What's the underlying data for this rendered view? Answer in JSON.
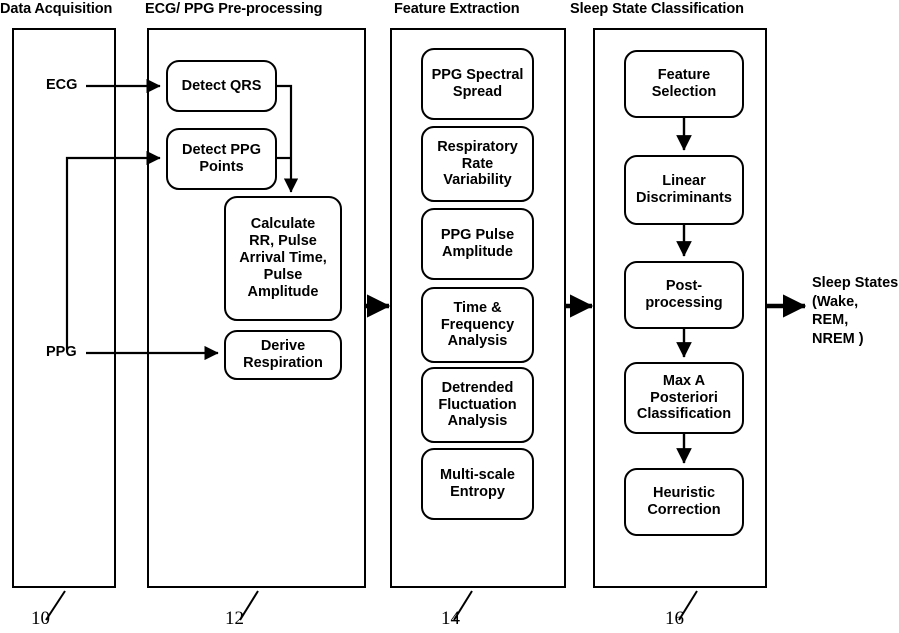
{
  "figure": {
    "title": "Sleep state classification pipeline block diagram",
    "stages": [
      {
        "header": "Data Acquisition",
        "ref": "10",
        "nodes": [],
        "inputs": [
          "ECG",
          "PPG"
        ]
      },
      {
        "header": "ECG/ PPG Pre-processing",
        "ref": "12",
        "nodes": [
          "Detect QRS",
          "Detect PPG Points",
          "Calculate RR, Pulse Arrival Time, Pulse Amplitude",
          "Derive Respiration"
        ]
      },
      {
        "header": "Feature Extraction",
        "ref": "14",
        "nodes": [
          "PPG Spectral Spread",
          "Respiratory Rate Variability",
          "PPG Pulse Amplitude",
          "Time & Frequency Analysis",
          "Detrended Fluctuation Analysis",
          "Multi-scale Entropy"
        ]
      },
      {
        "header": "Sleep State Classification",
        "ref": "16",
        "nodes": [
          "Feature Selection",
          "Linear Discriminants",
          "Post-processing",
          "Max A Posteriori Classification",
          "Heuristic Correction"
        ]
      }
    ]
  },
  "headers": {
    "data_acquisition": "Data Acquisition",
    "preprocessing": "ECG/ PPG Pre-processing",
    "feature_extraction": "Feature Extraction",
    "classification": "Sleep State Classification"
  },
  "inputs": {
    "ecg": "ECG",
    "ppg": "PPG"
  },
  "preprocessing_nodes": {
    "detect_qrs": "Detect QRS",
    "detect_ppg_points_l1": "Detect PPG",
    "detect_ppg_points_l2": "Points",
    "calculate_l1": "Calculate",
    "calculate_l2": "RR, Pulse",
    "calculate_l3": "Arrival Time,",
    "calculate_l4": "Pulse",
    "calculate_l5": "Amplitude",
    "derive_respiration_l1": "Derive",
    "derive_respiration_l2": "Respiration"
  },
  "feature_nodes": {
    "ppg_spectral_l1": "PPG Spectral",
    "ppg_spectral_l2": "Spread",
    "resp_rate_var_l1": "Respiratory",
    "resp_rate_var_l2": "Rate",
    "resp_rate_var_l3": "Variability",
    "ppg_pulse_amp_l1": "PPG Pulse",
    "ppg_pulse_amp_l2": "Amplitude",
    "time_freq_l1": "Time &",
    "time_freq_l2": "Frequency",
    "time_freq_l3": "Analysis",
    "dfa_l1": "Detrended",
    "dfa_l2": "Fluctuation",
    "dfa_l3": "Analysis",
    "mse_l1": "Multi-scale",
    "mse_l2": "Entropy"
  },
  "classification_nodes": {
    "feature_selection_l1": "Feature",
    "feature_selection_l2": "Selection",
    "linear_disc_l1": "Linear",
    "linear_disc_l2": "Discriminants",
    "postprocessing_l1": "Post-",
    "postprocessing_l2": "processing",
    "map_l1": "Max A",
    "map_l2": "Posteriori",
    "map_l3": "Classification",
    "heuristic_l1": "Heuristic",
    "heuristic_l2": "Correction"
  },
  "output": {
    "line1": "Sleep States",
    "line2": "(Wake,",
    "line3": "REM,",
    "line4": "NREM )"
  },
  "reference_numbers": {
    "data_acquisition": "10",
    "preprocessing": "12",
    "feature_extraction": "14",
    "classification": "16"
  },
  "colors": {
    "stroke": "#000000",
    "background": "#ffffff"
  }
}
